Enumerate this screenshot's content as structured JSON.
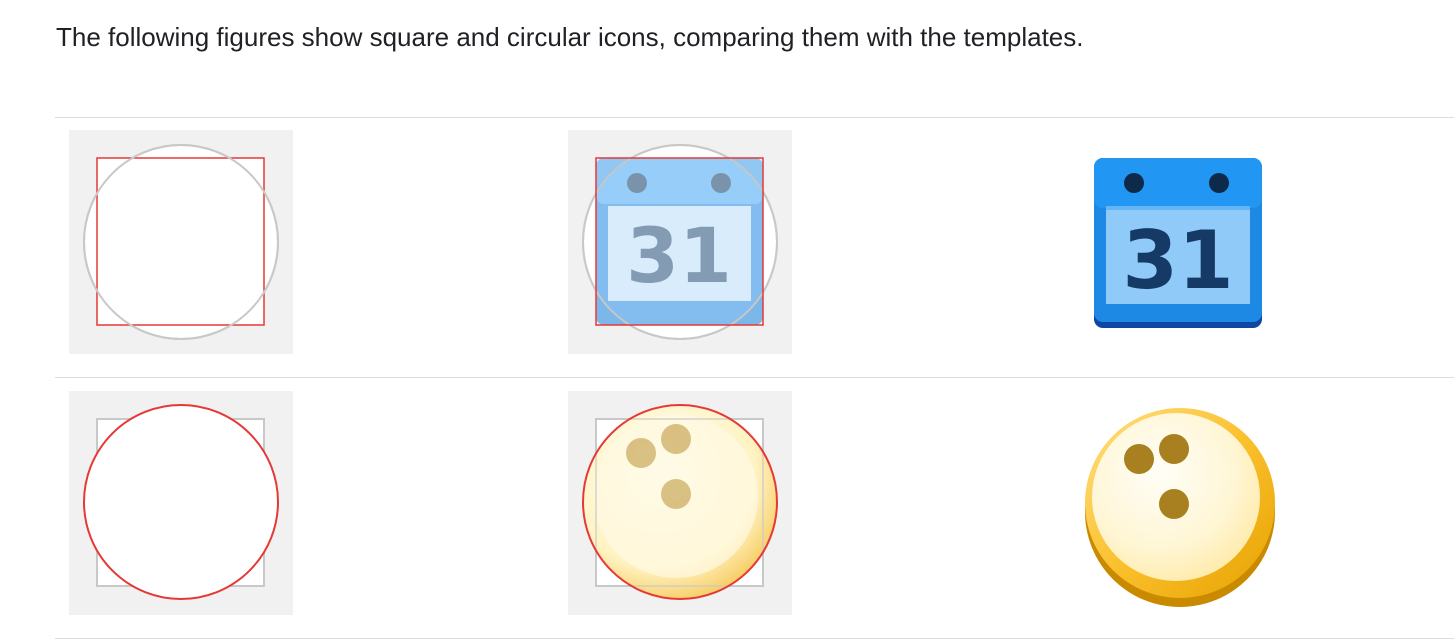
{
  "intro": {
    "text": "The following figures show square and circular icons, comparing them with the templates."
  },
  "colors": {
    "template_bg": "#f1f1f1",
    "template_line_gray": "#c8c8c8",
    "template_line_red": "#e53935",
    "divider": "#dadce0",
    "calendar_blue": "#1e88e5",
    "bowling_gold": "#fbc02d"
  },
  "rows": [
    {
      "name": "square",
      "cells": [
        {
          "label": "square-template",
          "icon": "square-template-icon"
        },
        {
          "label": "calendar-overlay",
          "icon": "calendar-icon",
          "text": "31"
        },
        {
          "label": "calendar-final",
          "icon": "calendar-icon",
          "text": "31"
        }
      ]
    },
    {
      "name": "circular",
      "cells": [
        {
          "label": "circle-template",
          "icon": "circle-template-icon"
        },
        {
          "label": "bowling-overlay",
          "icon": "bowling-ball-icon"
        },
        {
          "label": "bowling-final",
          "icon": "bowling-ball-icon"
        }
      ]
    }
  ]
}
